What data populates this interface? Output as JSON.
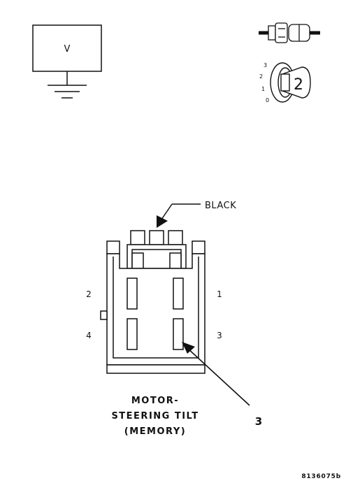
{
  "voltmeter": {
    "symbol": "V"
  },
  "key_switch": {
    "positions": [
      "3",
      "2",
      "1",
      "0"
    ],
    "selected": "2"
  },
  "connector": {
    "color_label": "BLACK",
    "pins": {
      "p1": "1",
      "p2": "2",
      "p3": "3",
      "p4": "4"
    },
    "title_lines": [
      "MOTOR-",
      "STEERING TILT",
      "(MEMORY)"
    ]
  },
  "callout": {
    "number": "3"
  },
  "figure_id": "8136075b"
}
